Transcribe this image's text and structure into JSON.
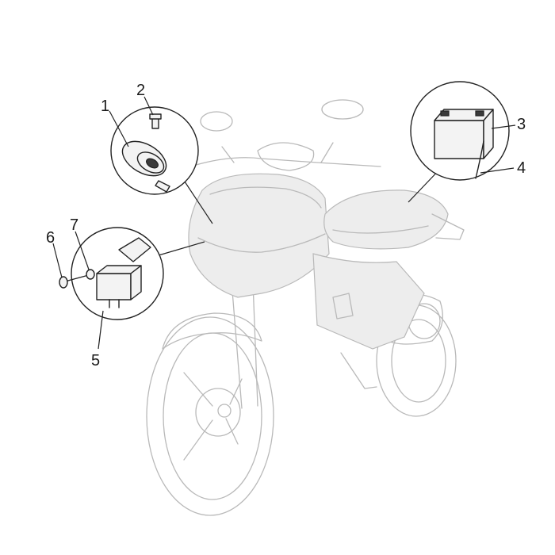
{
  "diagram": {
    "callouts": [
      {
        "id": "c1",
        "labels": [
          "1",
          "2"
        ],
        "parts": [
          "horn",
          "horn-bolt"
        ]
      },
      {
        "id": "c2",
        "labels": [
          "3",
          "4"
        ],
        "parts": [
          "battery",
          "battery-vent-tube"
        ]
      },
      {
        "id": "c3",
        "labels": [
          "5",
          "6",
          "7"
        ],
        "parts": [
          "relay",
          "relay-screw",
          "relay-washer"
        ]
      }
    ],
    "labels": {
      "l1": "1",
      "l2": "2",
      "l3": "3",
      "l4": "4",
      "l5": "5",
      "l6": "6",
      "l7": "7"
    }
  }
}
